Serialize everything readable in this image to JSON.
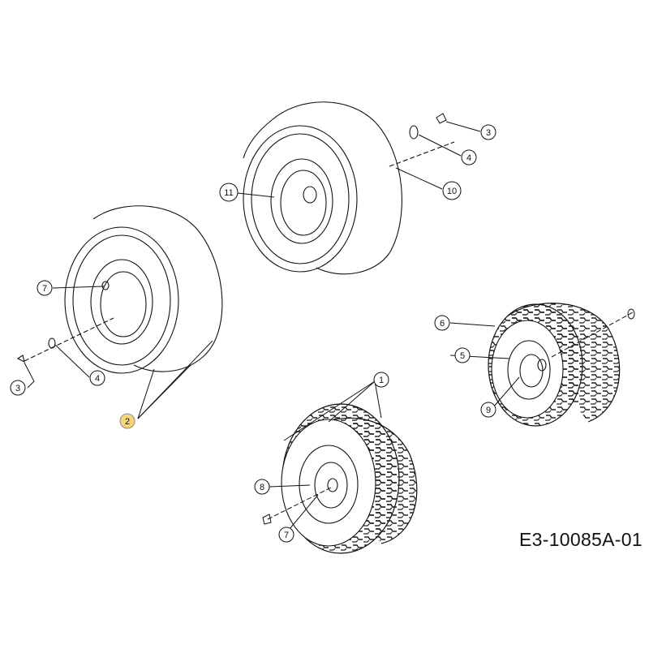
{
  "drawing_code": "E3-10085A-01",
  "highlight_color": "#f5d77a",
  "callouts": {
    "c1": "1",
    "c2": "2",
    "c3a": "3",
    "c3b": "3",
    "c4a": "4",
    "c4b": "4",
    "c5": "5",
    "c6": "6",
    "c7a": "7",
    "c7b": "7",
    "c8": "8",
    "c9": "9",
    "c10": "10",
    "c11": "11"
  }
}
